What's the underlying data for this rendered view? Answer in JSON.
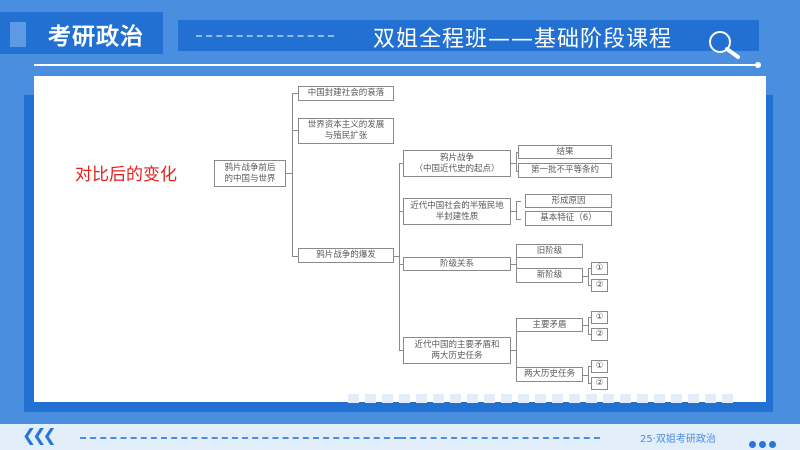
{
  "header": {
    "left_title": "考研政治",
    "course_title": "双姐全程班——基础阶段课程",
    "search_icon": "search-icon"
  },
  "slide": {
    "label": "对比后的变化",
    "mindmap": {
      "root": "鸦片战争前后\n的中国与世界",
      "level1": [
        "中国封建社会的衰落",
        "世界资本主义的发展\n与殖民扩张",
        "鸦片战争的爆发"
      ],
      "level2": [
        "鸦片战争\n（中国近代史的起点）",
        "近代中国社会的半殖民地\n半封建性质",
        "阶级关系",
        "近代中国的主要矛盾和\n两大历史任务"
      ],
      "level3": [
        "结果",
        "第一批不平等条约",
        "形成原因",
        "基本特征（6）",
        "旧阶级",
        "新阶级",
        "主要矛盾",
        "两大历史任务"
      ],
      "level4": [
        "①",
        "②",
        "①",
        "②",
        "①",
        "②"
      ]
    }
  },
  "footer": {
    "nav_icon": "chevron-left-triple-icon",
    "text": "25·双姐考研政治",
    "more_icon": "more-dots-icon"
  },
  "colors": {
    "background": "#4a8ee0",
    "header_blue": "#2271d2",
    "accent_red": "#e8201d",
    "footer_bg": "#e3eefb"
  }
}
